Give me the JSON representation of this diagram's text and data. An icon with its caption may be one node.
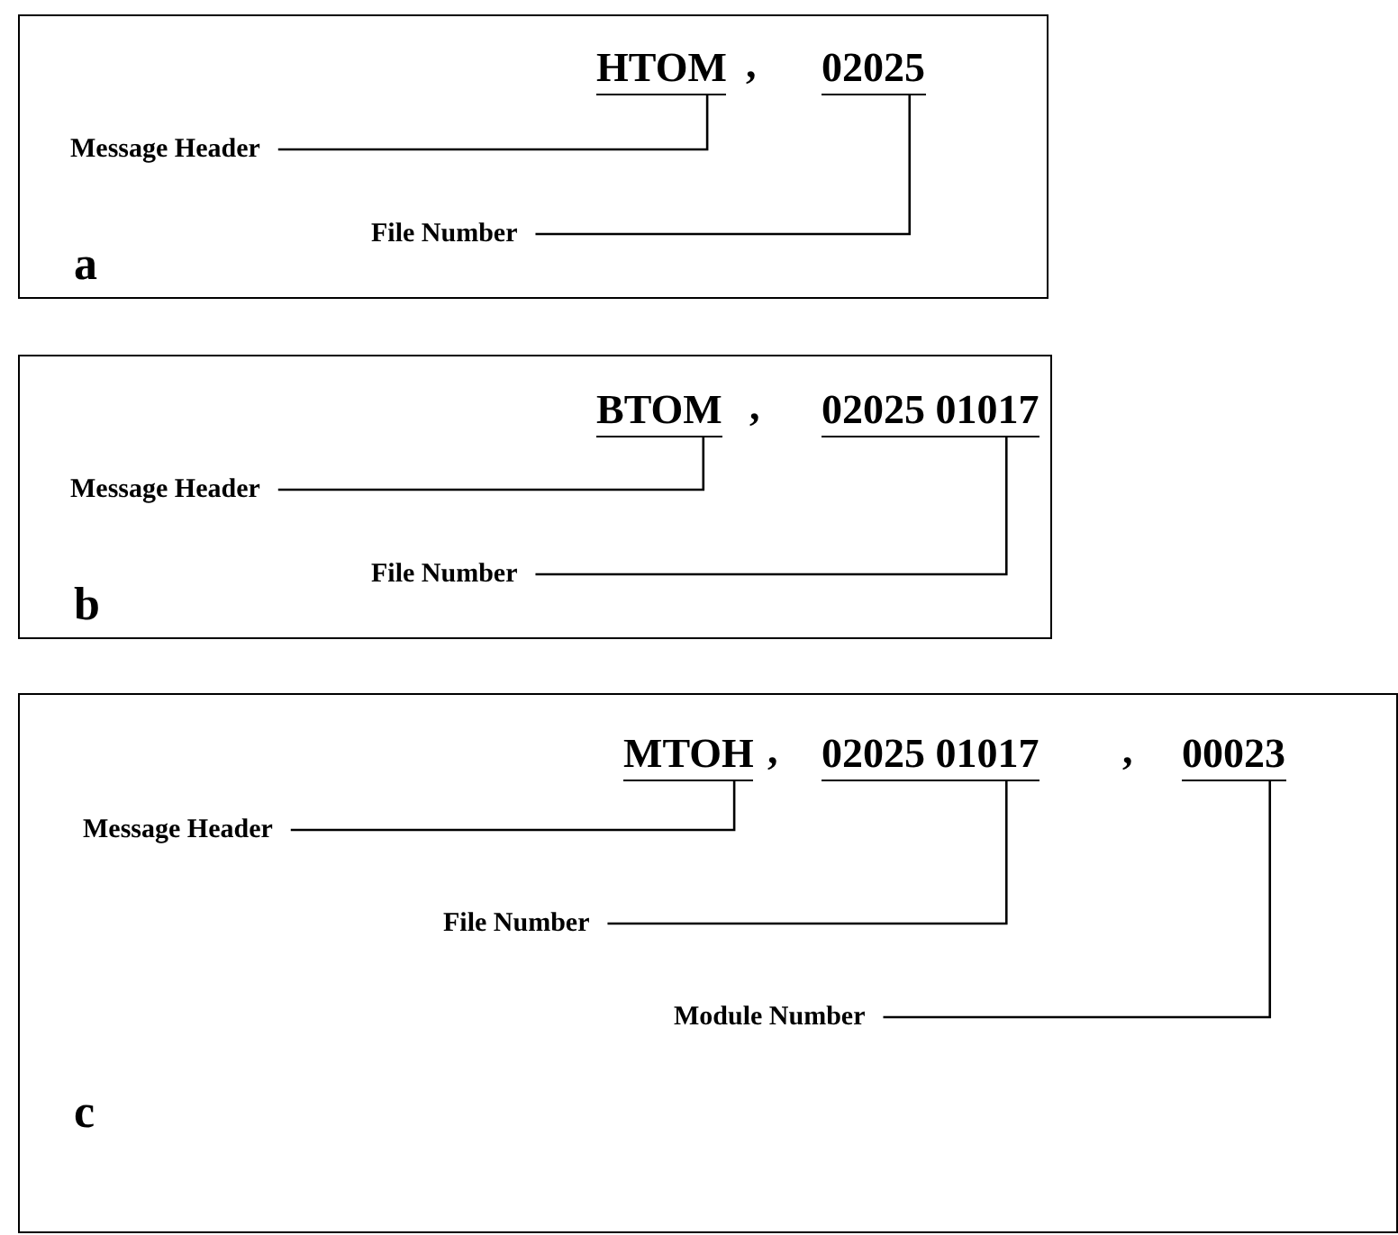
{
  "diagram": {
    "nodes": [
      {
        "text": [
          "a"
        ]
      },
      {
        "text": [
          "HTOM"
        ],
        "in": 0
      },
      {
        "text": [
          "02025"
        ],
        "in": 0
      },
      {
        "text": [
          "Message Header"
        ],
        "in": 0
      },
      {
        "text": [
          "File Number"
        ],
        "in": 0
      },
      {
        "text": [
          "b"
        ]
      },
      {
        "text": [
          "BTOM"
        ],
        "in": 5
      },
      {
        "text": [
          "02025 01017"
        ],
        "in": 5
      },
      {
        "text": [
          "Message Header"
        ],
        "in": 5
      },
      {
        "text": [
          "File Number"
        ],
        "in": 5
      },
      {
        "text": [
          "c"
        ]
      },
      {
        "text": [
          "MTOH"
        ],
        "in": 10
      },
      {
        "text": [
          "02025 01017"
        ],
        "in": 10
      },
      {
        "text": [
          "00023"
        ],
        "in": 10
      },
      {
        "text": [
          "Message Header"
        ],
        "in": 10
      },
      {
        "text": [
          "File Number"
        ],
        "in": 10
      },
      {
        "text": [
          "Module Number"
        ],
        "in": 10
      }
    ],
    "edges": [
      {
        "from": 3,
        "to": 1,
        "arrow": "none"
      },
      {
        "from": 4,
        "to": 2,
        "arrow": "none"
      },
      {
        "from": 8,
        "to": 6,
        "arrow": "none"
      },
      {
        "from": 9,
        "to": 7,
        "arrow": "none"
      },
      {
        "from": 14,
        "to": 11,
        "arrow": "none"
      },
      {
        "from": 15,
        "to": 12,
        "arrow": "none"
      },
      {
        "from": 16,
        "to": 13,
        "arrow": "none"
      }
    ],
    "labels": [
      ",",
      ",",
      ",",
      ","
    ]
  }
}
